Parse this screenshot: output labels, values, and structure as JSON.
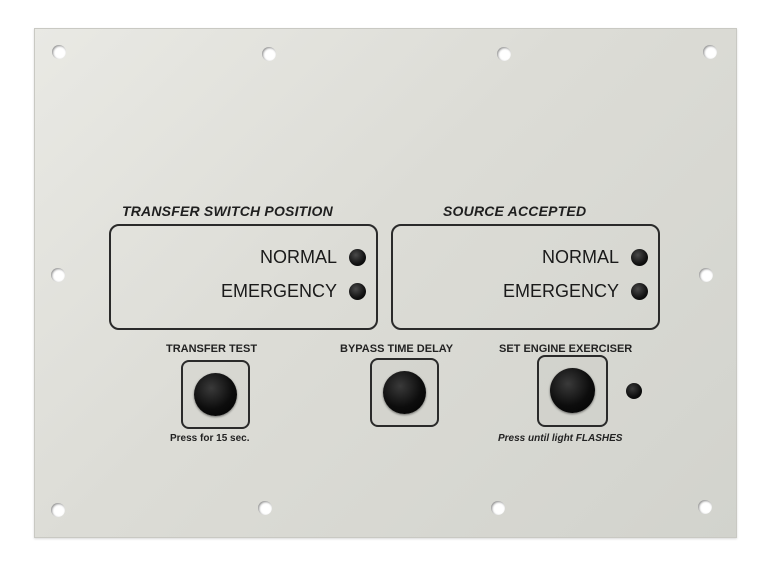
{
  "transfer_switch": {
    "title": "TRANSFER SWITCH POSITION",
    "normal_label": "NORMAL",
    "emergency_label": "EMERGENCY"
  },
  "source_accepted": {
    "title": "SOURCE ACCEPTED",
    "normal_label": "NORMAL",
    "emergency_label": "EMERGENCY"
  },
  "buttons": {
    "transfer_test": {
      "label": "TRANSFER TEST",
      "note": "Press for 15 sec."
    },
    "bypass_time_delay": {
      "label": "BYPASS TIME DELAY"
    },
    "set_engine_exerciser": {
      "label": "SET ENGINE EXERCISER",
      "note": "Press until light FLASHES"
    }
  },
  "colors": {
    "panel": "#dcdcd6",
    "ink": "#1f1f1f",
    "lamp": "#111111"
  }
}
